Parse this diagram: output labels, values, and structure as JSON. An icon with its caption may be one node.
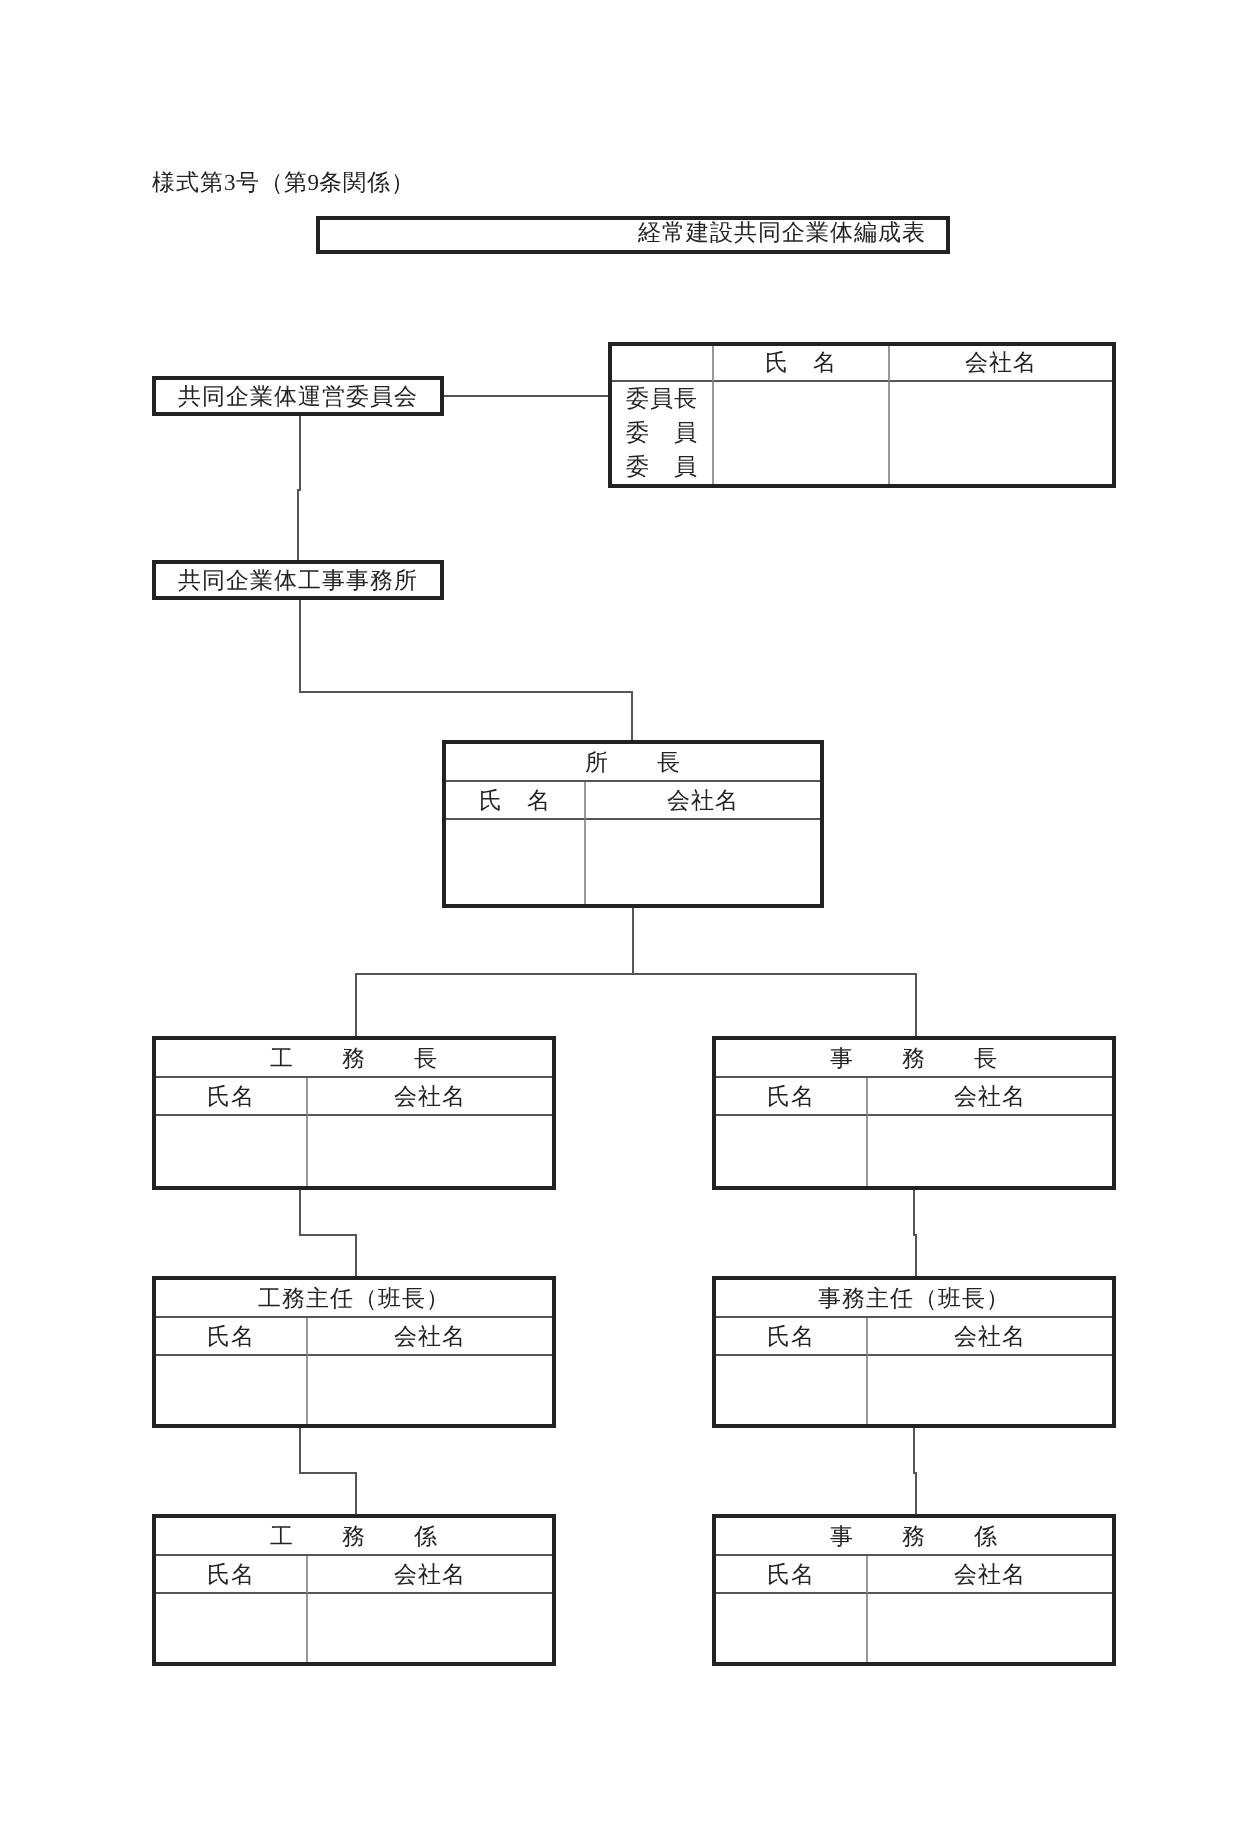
{
  "diagram": {
    "title": "経常建設共同企業体編成表",
    "nodes": [
      {
        "text": [
          "共同企業体運営委員会"
        ]
      },
      {
        "text": [
          "氏　名",
          "会社名",
          "委員長",
          "委　員",
          "委　員"
        ]
      },
      {
        "text": [
          "共同企業体工事事務所"
        ]
      },
      {
        "text": [
          "所　　長",
          "氏　名",
          "会社名"
        ]
      },
      {
        "text": [
          "工　　務　　長",
          "氏名",
          "会社名"
        ]
      },
      {
        "text": [
          "事　　務　　長",
          "氏名",
          "会社名"
        ]
      },
      {
        "text": [
          "工務主任（班長）",
          "氏名",
          "会社名"
        ]
      },
      {
        "text": [
          "事務主任（班長）",
          "氏名",
          "会社名"
        ]
      },
      {
        "text": [
          "工　　務　　係",
          "氏名",
          "会社名"
        ]
      },
      {
        "text": [
          "事　　務　　係",
          "氏名",
          "会社名"
        ]
      }
    ],
    "edges": [
      {
        "from": 0,
        "to": 1,
        "arrow": "none"
      },
      {
        "from": 0,
        "to": 2,
        "arrow": "none"
      },
      {
        "from": 2,
        "to": 3,
        "arrow": "none"
      },
      {
        "from": 3,
        "to": 4,
        "arrow": "none"
      },
      {
        "from": 3,
        "to": 5,
        "arrow": "none"
      },
      {
        "from": 4,
        "to": 6,
        "arrow": "none"
      },
      {
        "from": 5,
        "to": 7,
        "arrow": "none"
      },
      {
        "from": 6,
        "to": 8,
        "arrow": "none"
      },
      {
        "from": 7,
        "to": 9,
        "arrow": "none"
      }
    ],
    "labels": [
      "様式第3号（第9条関係）"
    ]
  }
}
